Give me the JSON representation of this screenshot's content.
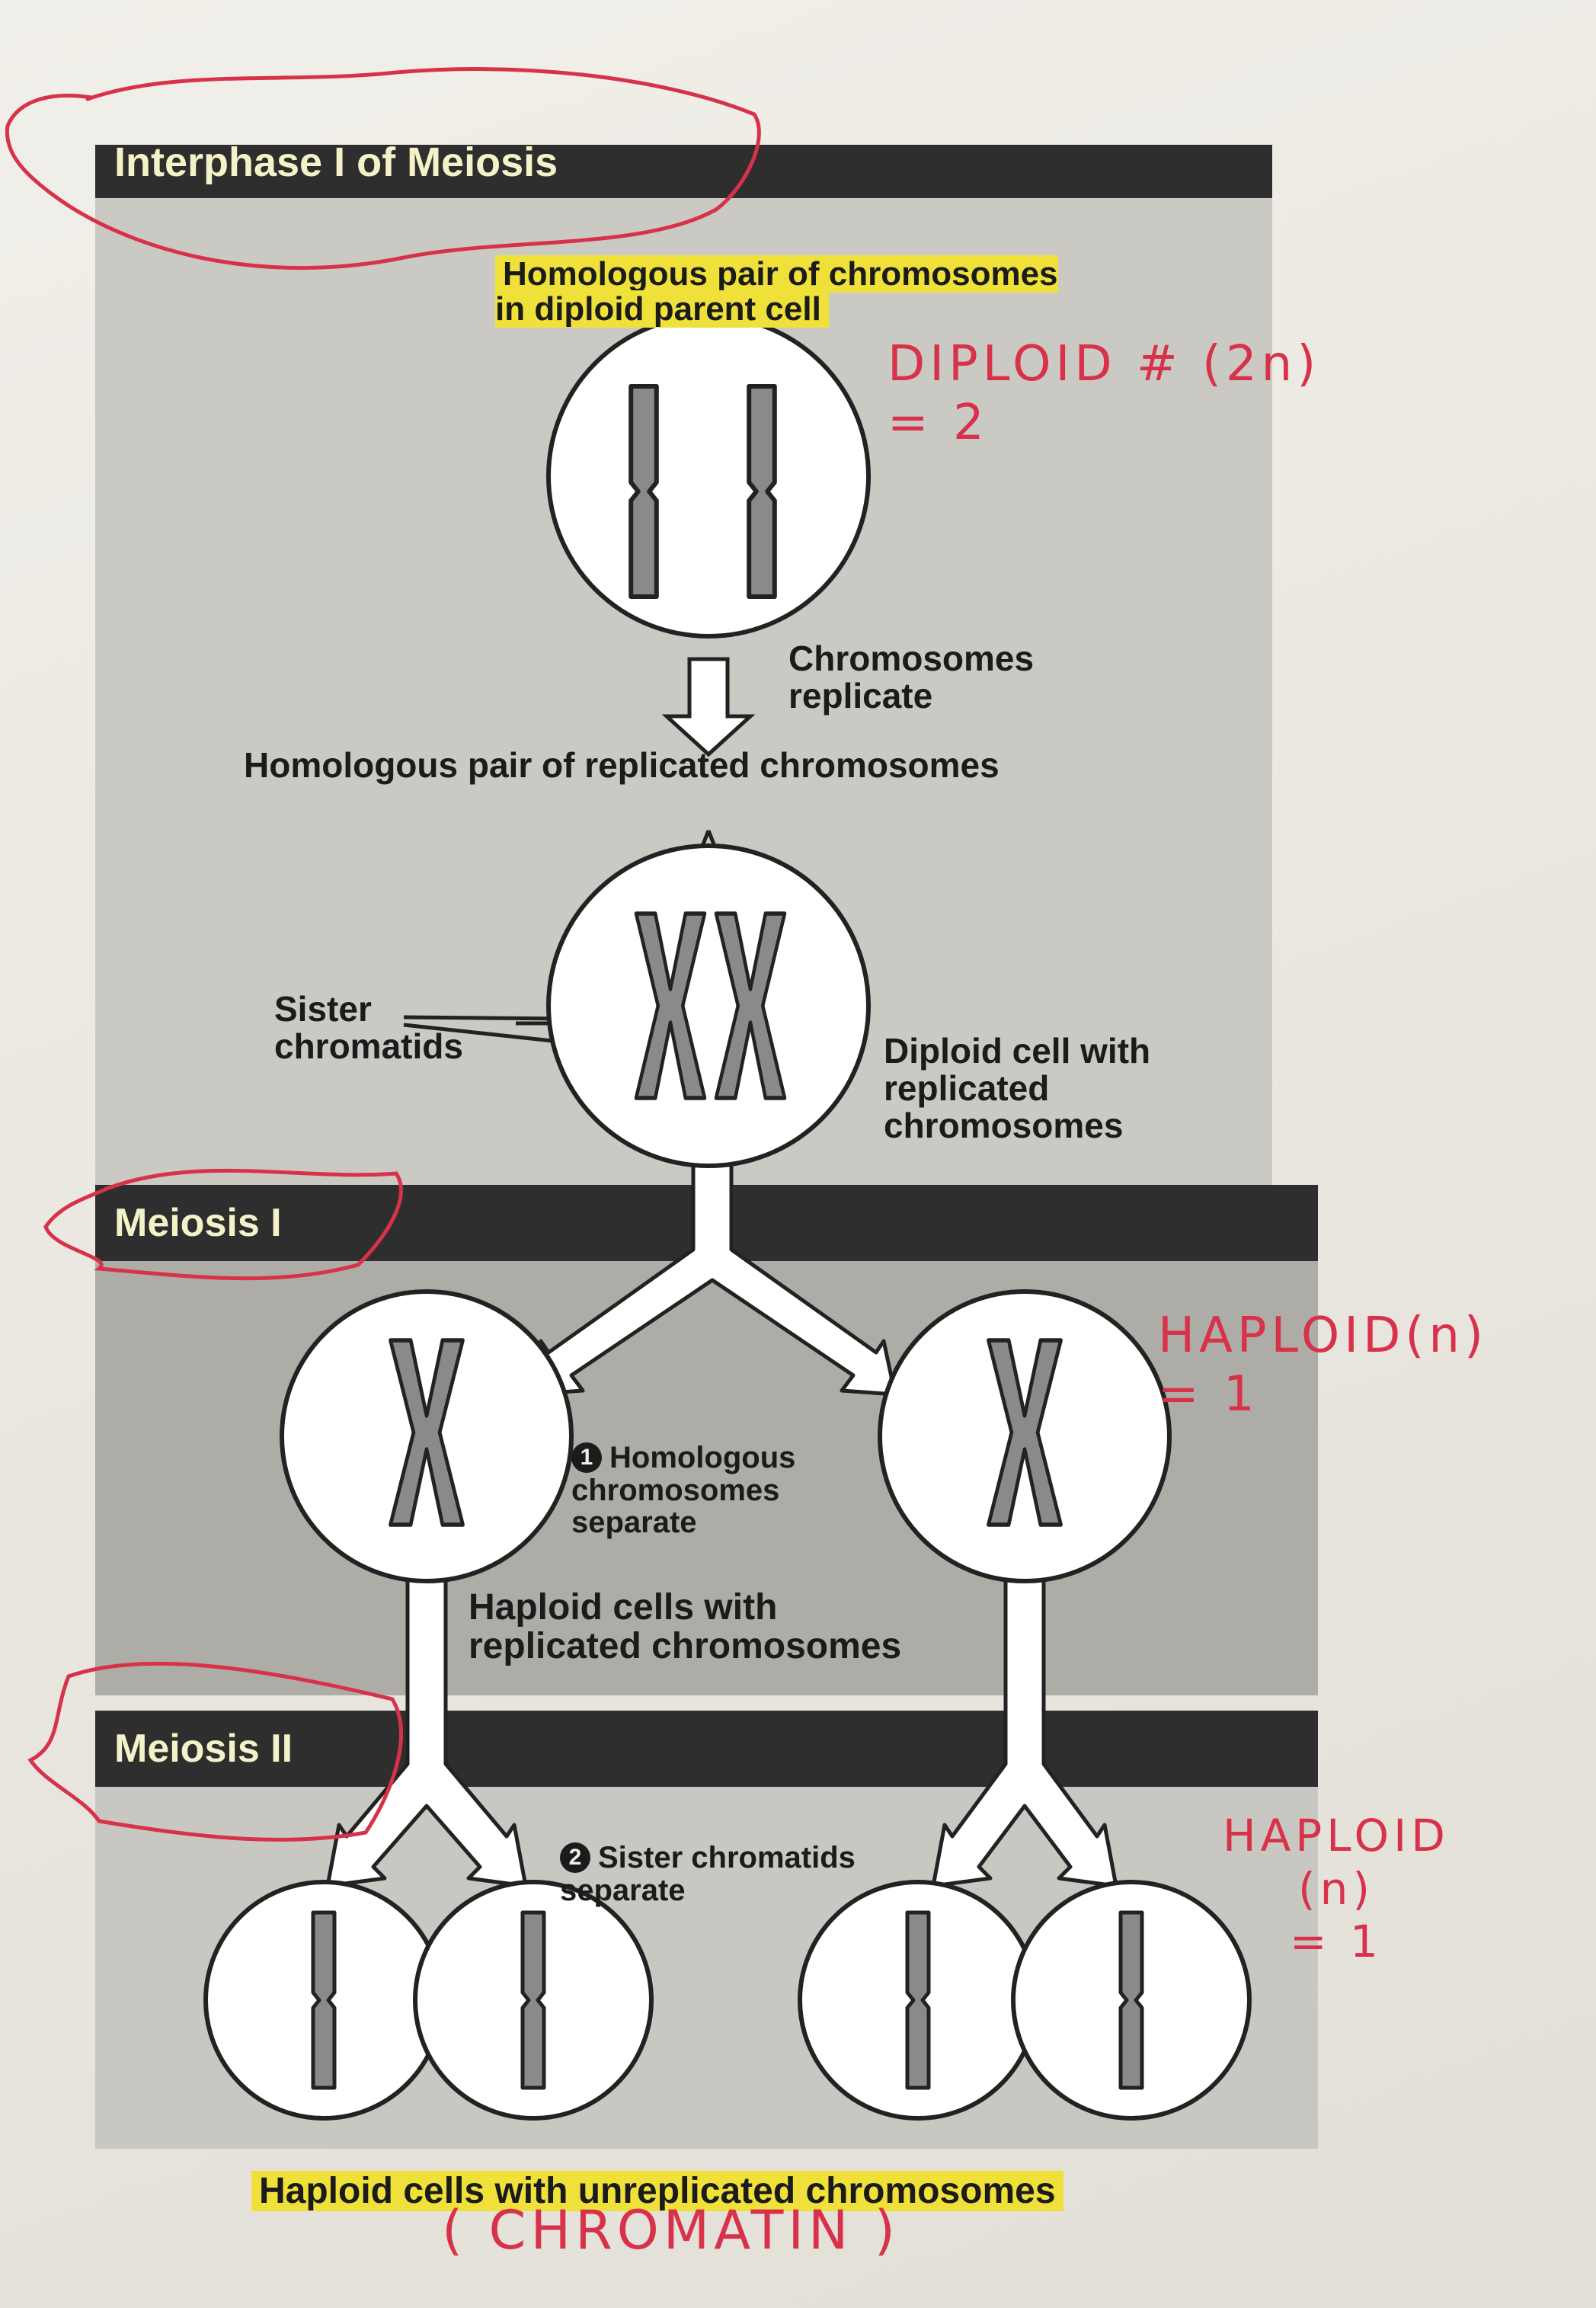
{
  "sections": {
    "interphase": "Interphase I of Meiosis",
    "meiosis1": "Meiosis I",
    "meiosis2": "Meiosis II"
  },
  "labels": {
    "homologous_pair": "Homologous pair of chromosomes\nin diploid parent cell",
    "chromosomes_replicate": "Chromosomes\nreplicate",
    "homologous_replicated": "Homologous pair of replicated chromosomes",
    "sister_chromatids": "Sister\nchromatids",
    "diploid_replicated": "Diploid cell with\nreplicated\nchromosomes",
    "step1_number": "1",
    "step1": "Homologous\nchromosomes\nseparate",
    "haploid_replicated": "Haploid cells with\nreplicated chromosomes",
    "step2_number": "2",
    "step2": "Sister chromatids\nseparate",
    "haploid_unreplicated": "Haploid cells with unreplicated chromosomes"
  },
  "annotations": {
    "diploid": "DIPLOID # (2n)\n= 2",
    "haploid1": "HAPLOID(n)\n= 1",
    "haploid2": "HAPLOID\n(n)\n= 1",
    "chromatin": "( CHROMATIN )"
  },
  "colors": {
    "band": "#2e2e2e",
    "highlight": "#efe13a",
    "handwriting": "#d8324a",
    "panel_light": "#c9c7c2",
    "panel_dark": "#aeaca7",
    "chromosome": "#8a8a88"
  }
}
